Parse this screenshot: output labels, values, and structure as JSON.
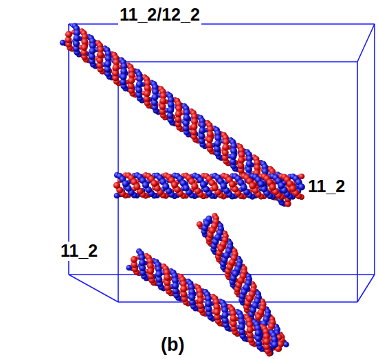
{
  "diagram": {
    "labels": [
      "11_2/12_2",
      "11_2",
      "11_2",
      "(b)"
    ]
  }
}
